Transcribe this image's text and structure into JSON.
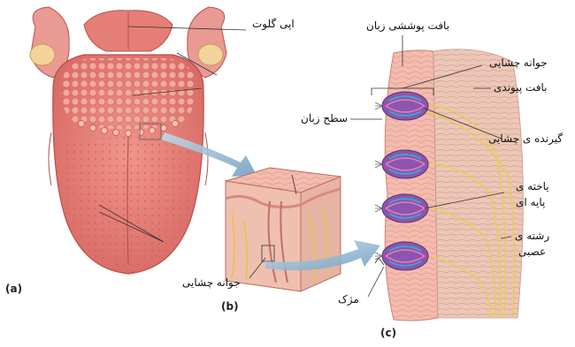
{
  "figure": {
    "panels": {
      "a": "(a)",
      "b": "(b)",
      "c": "(c)"
    },
    "labels": {
      "epiglottis": "اپی گلوت",
      "taste_bud_b": "جوانه چشایی",
      "tongue_surface": "سطح زبان",
      "epithelium": "بافت پوششی زبان",
      "taste_bud_c": "جوانه چشایی",
      "connective": "بافت پیوندی",
      "receptor": "گیرنده ی چشایی",
      "basal_cell_1": "یاخته ی",
      "basal_cell_2": "پایه ای",
      "nerve_fiber_1": "رشته ی",
      "nerve_fiber_2": "عصبی",
      "microvilli": "مژک"
    },
    "colors": {
      "tongue": "#e8837d",
      "tongue_dark": "#c4524f",
      "papilla": "#f0a79f",
      "tissue": "#f2b5a8",
      "muscle": "#e9c2b4",
      "nerve": "#e8d24a",
      "bud_purple": "#7e4a9e",
      "bud_blue": "#3aa6c9",
      "arrow": "#8fb4cf"
    }
  }
}
